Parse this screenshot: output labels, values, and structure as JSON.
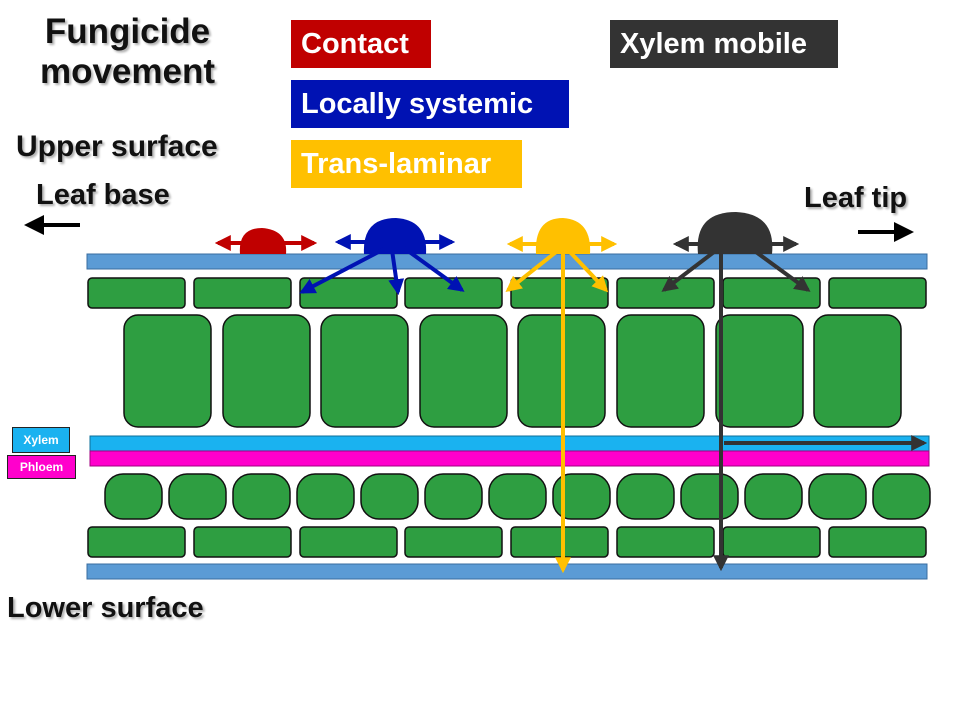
{
  "title_line1": "Fungicide",
  "title_line2": "movement",
  "labels": {
    "upper_surface": "Upper surface",
    "leaf_base": "Leaf base",
    "leaf_tip": "Leaf tip",
    "lower_surface": "Lower surface",
    "xylem": "Xylem",
    "phloem": "Phloem"
  },
  "legend": {
    "contact": "Contact",
    "locally_systemic": "Locally systemic",
    "trans_laminar": "Trans-laminar",
    "xylem_mobile": "Xylem mobile"
  },
  "colors": {
    "contact": "#c00000",
    "locally_systemic": "#0012b3",
    "trans_laminar": "#ffc000",
    "xylem_mobile": "#333333",
    "cuticle": "#5b9bd5",
    "cell": "#2e9e41",
    "xylem": "#1ab2f0",
    "phloem": "#ff00cc"
  }
}
